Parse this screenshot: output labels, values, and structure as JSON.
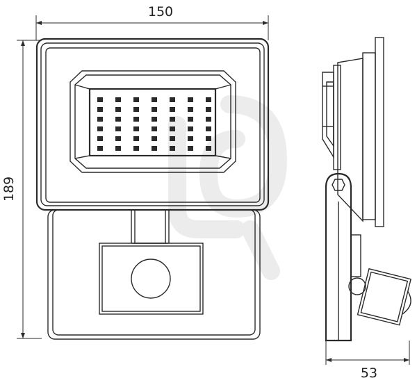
{
  "dimensions": {
    "width": "150",
    "height": "189",
    "depth": "53"
  },
  "led_grid": {
    "rows": 6,
    "cols": 7
  },
  "colors": {
    "line": "#2a2a2a",
    "background": "#ffffff",
    "watermark": "#ececec"
  },
  "icons": {
    "watermark": "logo-watermark-icon",
    "sensor": "motion-sensor-icon",
    "bolt": "hex-bolt-icon"
  }
}
